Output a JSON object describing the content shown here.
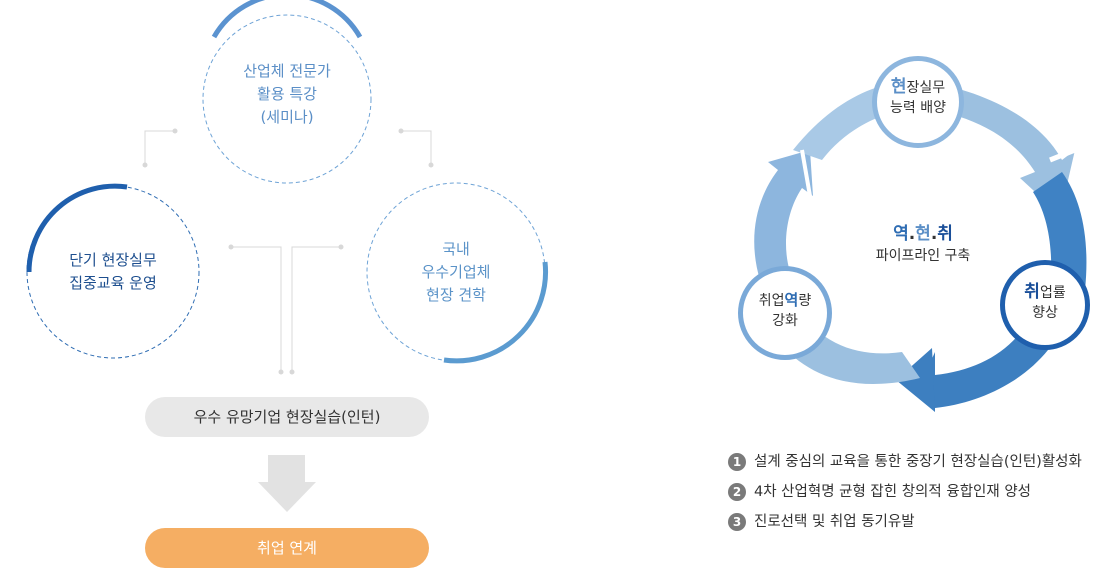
{
  "left": {
    "top_circle": {
      "line1": "산업체 전문가",
      "line2": "활용 특강",
      "line3": "(세미나)"
    },
    "left_circle": {
      "line1": "단기 현장실무",
      "line2": "집중교육 운영"
    },
    "right_circle": {
      "line1": "국내",
      "line2": "우수기업체",
      "line3": "현장 견학"
    },
    "intern_pill": "우수 유망기업 현장실습(인턴)",
    "employ_pill": "취업 연계"
  },
  "right": {
    "center": {
      "title_a": "역",
      "dot1": ".",
      "title_b": "현",
      "dot2": ".",
      "title_c": "취",
      "subtitle": "파이프라인 구축"
    },
    "node_top": {
      "hl": "현",
      "rest1": "장실무",
      "line2": "능력 배양"
    },
    "node_right": {
      "hl": "취",
      "rest1": "업률",
      "line2": "향상"
    },
    "node_left": {
      "pre": "취업",
      "hl": "역",
      "post": "량",
      "line2": "강화"
    },
    "list": [
      {
        "num": "1",
        "text": "설계 중심의 교육을 통한 중장기 현장실습(인턴)활성화"
      },
      {
        "num": "2",
        "text": "4차 산업혁명 균형 잡힌 창의적 융합인재 양성"
      },
      {
        "num": "3",
        "text": "진로선택 및 취업 동기유발"
      }
    ]
  },
  "colors": {
    "light_blue": "#9cc0e0",
    "mid_blue": "#6ea3d6",
    "dark_blue": "#2f6db3",
    "navy": "#1a4f99",
    "orange": "#f5ae63",
    "gray_pill": "#e8e8e8",
    "arrow_gray": "#dcdcdc"
  }
}
